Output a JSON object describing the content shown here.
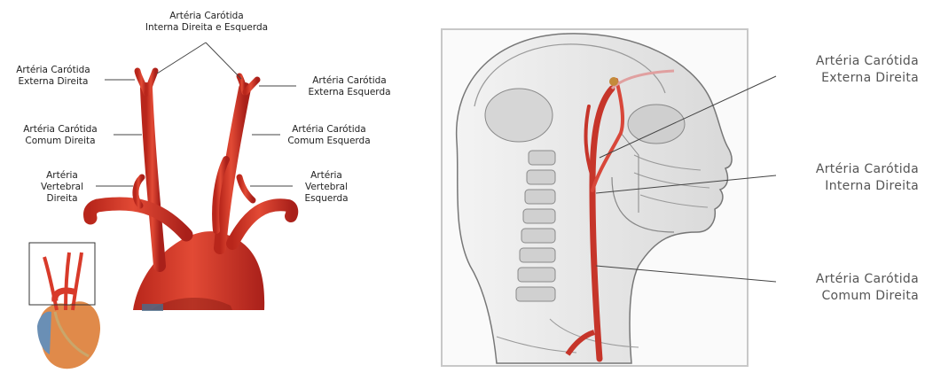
{
  "left_labels": {
    "interna": [
      "Artéria Carótida",
      "Interna Direita e Esquerda"
    ],
    "externa_direita": [
      "Artéria Carótida",
      "Externa Direita"
    ],
    "externa_esquerda": [
      "Artéria Carótida",
      "Externa Esquerda"
    ],
    "comum_direita": [
      "Artéria Carótida",
      "Comum Direita"
    ],
    "comum_esquerda": [
      "Artéria Carótida",
      "Comum Esquerda"
    ],
    "vertebral_direita": [
      "Artéria",
      "Vertebral",
      "Direita"
    ],
    "vertebral_esquerda": [
      "Artéria",
      "Vertebral",
      "Esquerda"
    ]
  },
  "right_labels": {
    "externa_direita": [
      "Artéria Carótida",
      "Externa Direita"
    ],
    "interna_direita": [
      "Artéria Carótida",
      "Interna Direita"
    ],
    "comum_direita": [
      "Artéria Carótida",
      "Comum Direita"
    ]
  },
  "colors": {
    "artery": "#d83a2a",
    "artery_dark": "#a82218",
    "leader": "#444444"
  }
}
